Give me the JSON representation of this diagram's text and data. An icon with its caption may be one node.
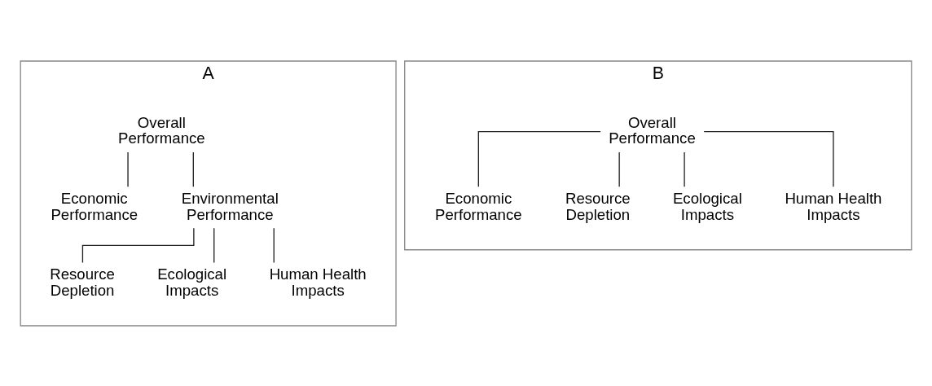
{
  "diagram": {
    "nodes": [
      {
        "text": [
          "A"
        ]
      },
      {
        "text": [
          "Overall Performance"
        ],
        "in": 0
      },
      {
        "text": [
          "Economic Performance"
        ],
        "in": 0
      },
      {
        "text": [
          "Environmental Performance"
        ],
        "in": 0
      },
      {
        "text": [
          "Resource Depletion"
        ],
        "in": 0
      },
      {
        "text": [
          "Ecological Impacts"
        ],
        "in": 0
      },
      {
        "text": [
          "Human Health Impacts"
        ],
        "in": 0
      },
      {
        "text": [
          "B"
        ]
      },
      {
        "text": [
          "Overall Performance"
        ],
        "in": 7
      },
      {
        "text": [
          "Economic Performance"
        ],
        "in": 7
      },
      {
        "text": [
          "Resource Depletion"
        ],
        "in": 7
      },
      {
        "text": [
          "Ecological Impacts"
        ],
        "in": 7
      },
      {
        "text": [
          "Human Health Impacts"
        ],
        "in": 7
      }
    ],
    "edges": [
      {
        "from": 1,
        "to": 2,
        "arrow": "none"
      },
      {
        "from": 1,
        "to": 3,
        "arrow": "none"
      },
      {
        "from": 3,
        "to": 4,
        "arrow": "none"
      },
      {
        "from": 3,
        "to": 5,
        "arrow": "none"
      },
      {
        "from": 3,
        "to": 6,
        "arrow": "none"
      },
      {
        "from": 8,
        "to": 9,
        "arrow": "none"
      },
      {
        "from": 8,
        "to": 10,
        "arrow": "none"
      },
      {
        "from": 8,
        "to": 11,
        "arrow": "none"
      },
      {
        "from": 8,
        "to": 12,
        "arrow": "none"
      }
    ]
  }
}
